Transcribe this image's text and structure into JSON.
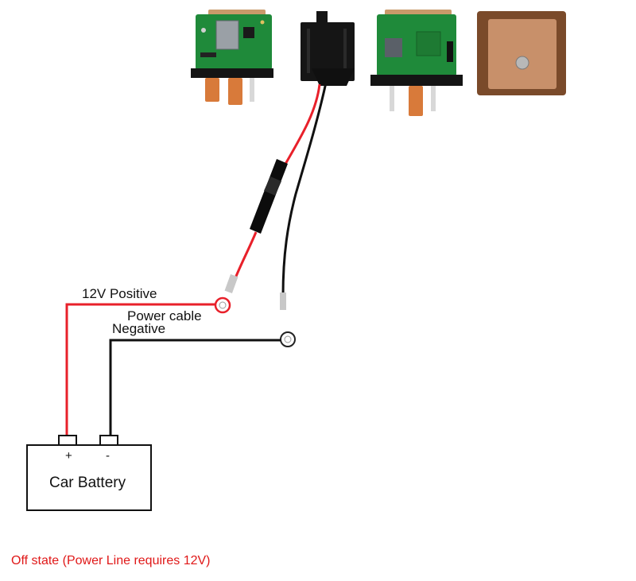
{
  "labels": {
    "positive": "12V Positive",
    "power_cable": "Power cable",
    "negative": "Negative",
    "plus": "+",
    "minus": "-",
    "battery": "Car Battery"
  },
  "caption": "Off state (Power Line requires 12V)",
  "colors": {
    "positive_wire": "#e8202a",
    "negative_wire": "#111111",
    "caption": "#e01818",
    "pcb": "#1f8a3a",
    "relay_body": "#151515",
    "gps_antenna": "#c8906a",
    "terminals": "#d87a3a"
  },
  "icons": [
    "gps-relay-module-pcb",
    "relay-connector-block",
    "relay-module-pcb",
    "gps-antenna-patch",
    "inline-fuse",
    "ring-terminal"
  ]
}
